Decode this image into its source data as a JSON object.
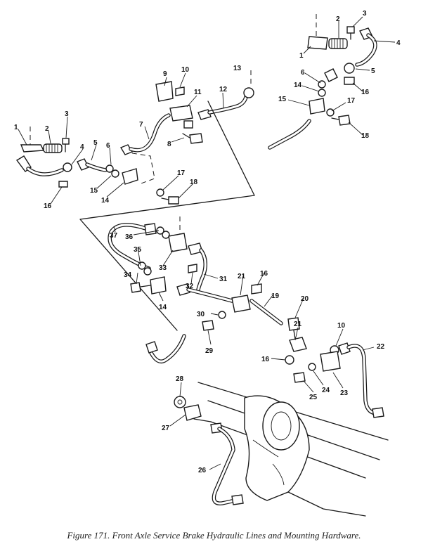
{
  "caption": "Figure 171. Front Axle Service Brake Hydraulic Lines and Mounting Hardware.",
  "callouts": [
    {
      "id": "c-1a",
      "label": "1"
    },
    {
      "id": "c-2a",
      "label": "2"
    },
    {
      "id": "c-3a",
      "label": "3"
    },
    {
      "id": "c-4a",
      "label": "4"
    },
    {
      "id": "c-5a",
      "label": "5"
    },
    {
      "id": "c-6a",
      "label": "6"
    },
    {
      "id": "c-7",
      "label": "7"
    },
    {
      "id": "c-8",
      "label": "8"
    },
    {
      "id": "c-9",
      "label": "9"
    },
    {
      "id": "c-10a",
      "label": "10"
    },
    {
      "id": "c-11",
      "label": "11"
    },
    {
      "id": "c-12",
      "label": "12"
    },
    {
      "id": "c-13",
      "label": "13"
    },
    {
      "id": "c-14a",
      "label": "14"
    },
    {
      "id": "c-15a",
      "label": "15"
    },
    {
      "id": "c-16a",
      "label": "16"
    },
    {
      "id": "c-17a",
      "label": "17"
    },
    {
      "id": "c-18a",
      "label": "18"
    },
    {
      "id": "c-1b",
      "label": "1"
    },
    {
      "id": "c-2b",
      "label": "2"
    },
    {
      "id": "c-3b",
      "label": "3"
    },
    {
      "id": "c-4b",
      "label": "4"
    },
    {
      "id": "c-5b",
      "label": "5"
    },
    {
      "id": "c-6b",
      "label": "6"
    },
    {
      "id": "c-14b",
      "label": "14"
    },
    {
      "id": "c-15b",
      "label": "15"
    },
    {
      "id": "c-16b",
      "label": "16"
    },
    {
      "id": "c-17b",
      "label": "17"
    },
    {
      "id": "c-18b",
      "label": "18"
    },
    {
      "id": "c-37",
      "label": "37"
    },
    {
      "id": "c-36",
      "label": "36"
    },
    {
      "id": "c-35",
      "label": "35"
    },
    {
      "id": "c-33",
      "label": "33"
    },
    {
      "id": "c-34",
      "label": "34"
    },
    {
      "id": "c-32",
      "label": "32"
    },
    {
      "id": "c-31",
      "label": "31"
    },
    {
      "id": "c-14c",
      "label": "14"
    },
    {
      "id": "c-21a",
      "label": "21"
    },
    {
      "id": "c-16c",
      "label": "16"
    },
    {
      "id": "c-19",
      "label": "19"
    },
    {
      "id": "c-20",
      "label": "20"
    },
    {
      "id": "c-30",
      "label": "30"
    },
    {
      "id": "c-29",
      "label": "29"
    },
    {
      "id": "c-21b",
      "label": "21"
    },
    {
      "id": "c-10b",
      "label": "10"
    },
    {
      "id": "c-22",
      "label": "22"
    },
    {
      "id": "c-16d",
      "label": "16"
    },
    {
      "id": "c-24",
      "label": "24"
    },
    {
      "id": "c-23",
      "label": "23"
    },
    {
      "id": "c-25",
      "label": "25"
    },
    {
      "id": "c-28",
      "label": "28"
    },
    {
      "id": "c-27",
      "label": "27"
    },
    {
      "id": "c-26",
      "label": "26"
    }
  ]
}
